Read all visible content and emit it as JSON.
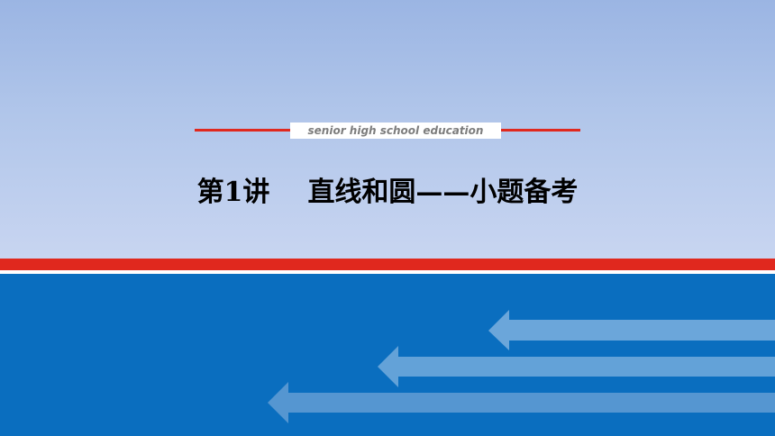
{
  "slide": {
    "banner_text": "senior high school education",
    "title_part1": "第1讲",
    "title_part2": "直线和圆——小题备考"
  },
  "colors": {
    "top_gradient_start": "#9bb5e3",
    "top_gradient_end": "#c8d5f1",
    "accent_red": "#e0281e",
    "bottom_blue": "#0a6ebf",
    "arrow_light_blue": "#6ba6da",
    "banner_text_gray": "#7d7d7d"
  },
  "icons": [
    "arrow-left-icon",
    "arrow-left-icon",
    "arrow-left-icon"
  ]
}
